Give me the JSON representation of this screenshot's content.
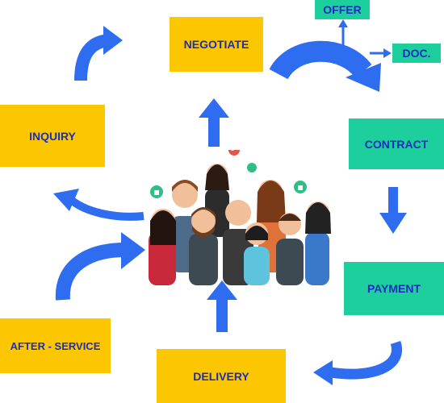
{
  "steps": {
    "negotiate": "NEGOTIATE",
    "offer": "OFFER",
    "doc": "DOC.",
    "contract": "CONTRACT",
    "payment": "PAYMENT",
    "delivery": "DELIVERY",
    "after_service": "AFTER - SERVICE",
    "inquiry": "INQUIRY"
  },
  "colors": {
    "box_yellow": "#fcc600",
    "box_teal": "#1ccf9c",
    "text_blue": "#1a2dbd",
    "arrow_blue": "#2f6df0"
  },
  "illustration": {
    "subject": "group-of-people",
    "icons": [
      "thumbs-up-icon",
      "heart-icon"
    ]
  }
}
